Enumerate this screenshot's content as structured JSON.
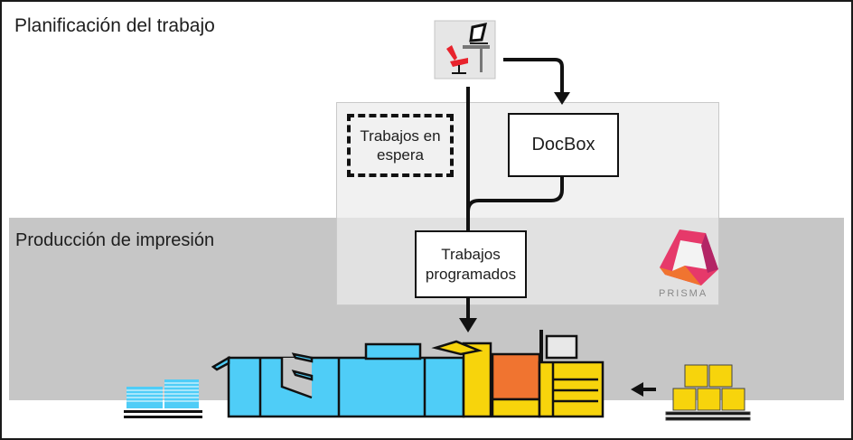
{
  "sections": {
    "planning": {
      "label": "Planificación del trabajo"
    },
    "production": {
      "label": "Producción de impresión"
    }
  },
  "nodes": {
    "waiting_jobs": {
      "label_line1": "Trabajos en",
      "label_line2": "espera"
    },
    "docbox": {
      "label": "DocBox"
    },
    "scheduled_jobs": {
      "label_line1": "Trabajos",
      "label_line2": "programados"
    }
  },
  "brand": {
    "name": "PRISMA"
  },
  "icons": {
    "workstation": "workstation-icon",
    "printer": "production-printer-icon",
    "output_stack": "printed-output-pallet-icon",
    "paper_stack": "paper-supply-pallet-icon",
    "logo": "prisma-logo-icon"
  },
  "colors": {
    "band_gray": "#c6c6c6",
    "printer_cyan": "#4fcdf7",
    "printer_yellow": "#f7d40c",
    "printer_orange": "#f07430",
    "chair_red": "#e8232d"
  }
}
